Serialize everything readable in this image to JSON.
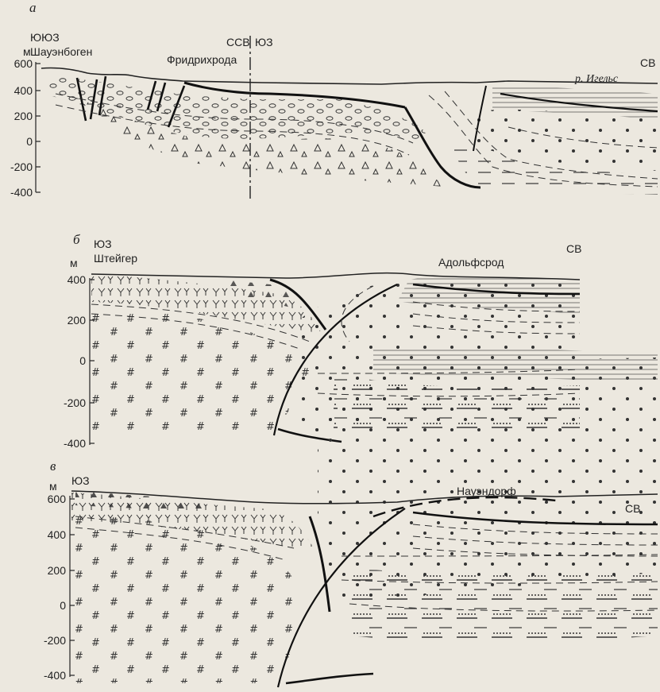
{
  "panels": {
    "a": {
      "letter": "а",
      "unit": "м",
      "ticks": [
        "600",
        "400",
        "200",
        "0",
        "-200",
        "-400"
      ],
      "left_dir": "ЮЮЗ",
      "left_place": "Шауэнбоген",
      "town": "Фридрихрода",
      "break_left": "ССВ",
      "break_right": "ЮЗ",
      "right_dir": "СВ",
      "river": "р. Игельс"
    },
    "b": {
      "letter": "б",
      "unit": "м",
      "ticks": [
        "400",
        "200",
        "0",
        "-200",
        "-400"
      ],
      "left_dir": "ЮЗ",
      "left_place": "Штейгер",
      "town": "Адольфсрод",
      "right_dir": "СВ"
    },
    "c": {
      "letter": "в",
      "unit": "м",
      "ticks": [
        "600",
        "400",
        "200",
        "0",
        "-200",
        "-400"
      ],
      "left_dir": "ЮЗ",
      "town": "Науэндорф",
      "right_dir": "СВ"
    }
  }
}
